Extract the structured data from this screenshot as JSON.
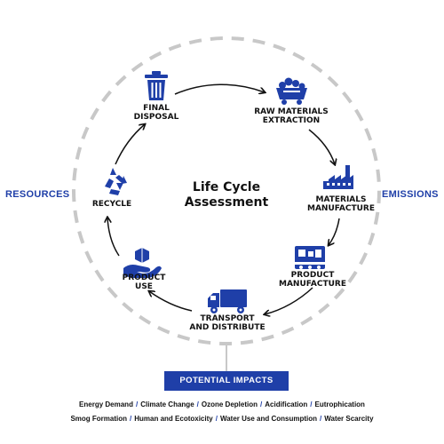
{
  "colors": {
    "accent": "#1f3fa8",
    "ink": "#111111",
    "ring": "#c8c8c8",
    "icon": "#1f3fa8"
  },
  "center_title": "Life Cycle\nAssessment",
  "side_labels": {
    "left": "RESOURCES",
    "right": "EMISSIONS"
  },
  "stages": [
    {
      "id": "final-disposal",
      "label": "FINAL\nDISPOSAL",
      "icon": "trash-bin-icon"
    },
    {
      "id": "raw-materials-extraction",
      "label": "RAW MATERIALS\nEXTRACTION",
      "icon": "mining-cart-icon"
    },
    {
      "id": "materials-manufacture",
      "label": "MATERIALS\nMANUFACTURE",
      "icon": "factory-icon"
    },
    {
      "id": "product-manufacture",
      "label": "PRODUCT\nMANUFACTURE",
      "icon": "assembly-machine-icon"
    },
    {
      "id": "transport-and-distribute",
      "label": "TRANSPORT\nAND DISTRIBUTE",
      "icon": "truck-icon"
    },
    {
      "id": "product-use",
      "label": "PRODUCT\nUSE",
      "icon": "hand-holding-box-icon"
    },
    {
      "id": "recycle",
      "label": "RECYCLE",
      "icon": "recycle-icon"
    }
  ],
  "potential_impacts": {
    "title": "POTENTIAL IMPACTS",
    "row1": [
      "Energy Demand",
      "Climate Change",
      "Ozone Depletion",
      "Acidification",
      "Eutrophication"
    ],
    "row2": [
      "Smog Formation",
      "Human and Ecotoxicity",
      "Water Use and Consumption",
      "Water Scarcity"
    ]
  }
}
